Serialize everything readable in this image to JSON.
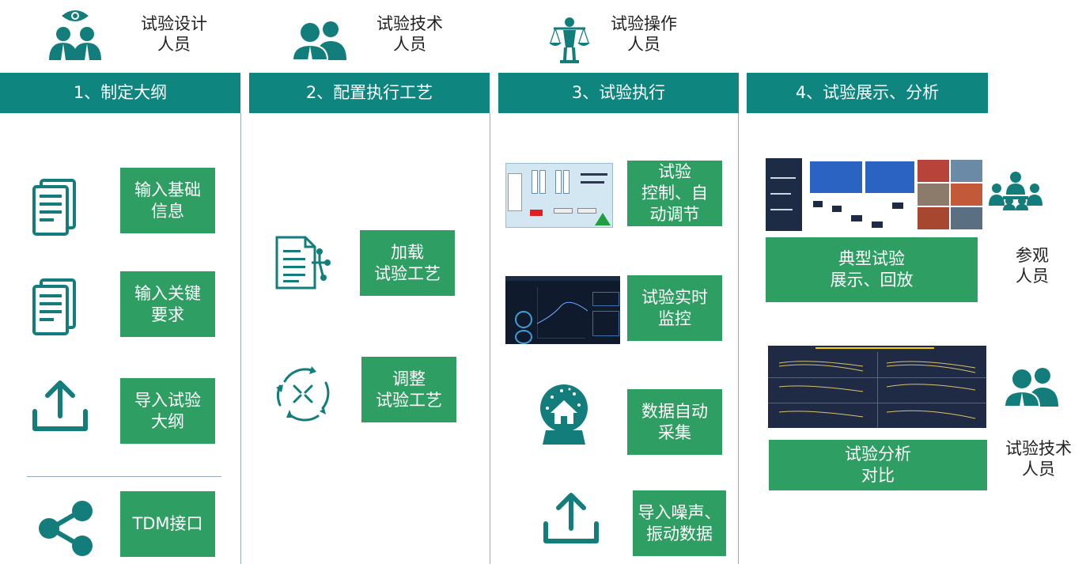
{
  "roles": {
    "designer": [
      "试验设计",
      "人员"
    ],
    "tech": [
      "试验技术",
      "人员"
    ],
    "operator": [
      "试验操作",
      "人员"
    ],
    "visitor": [
      "参观",
      "人员"
    ],
    "tech_right": [
      "试验技术",
      "人员"
    ]
  },
  "phases": [
    "1、制定大纲",
    "2、配置执行工艺",
    "3、试验执行",
    "4、试验展示、分析"
  ],
  "col1": {
    "b1": [
      "输入基础",
      "信息"
    ],
    "b2": [
      "输入关键",
      "要求"
    ],
    "b3": [
      "导入试验",
      "大纲"
    ],
    "b4": [
      "TDM接口"
    ]
  },
  "col2": {
    "b1": [
      "加载",
      "试验工艺"
    ],
    "b2": [
      "调整",
      "试验工艺"
    ]
  },
  "col3": {
    "b1": [
      "试验",
      "控制、自",
      "动调节"
    ],
    "b2": [
      "试验实时",
      "监控"
    ],
    "b3": [
      "数据自动",
      "采集"
    ],
    "b4": [
      "导入噪声、",
      "振动数据"
    ]
  },
  "col4": {
    "b1": [
      "典型试验",
      "展示、回放"
    ],
    "b2": [
      "试验分析",
      "对比"
    ]
  },
  "colors": {
    "teal": "#0f8580",
    "green": "#2e9e63",
    "divider": "#9aa8cc",
    "icon_teal": "#127d7a"
  },
  "icons": {
    "designer": "eye-people-icon",
    "tech": "two-people-icon",
    "operator": "scales-person-icon",
    "c1_1": "document-icon",
    "c1_2": "document-icon",
    "c1_3": "upload-icon",
    "c1_4": "share-icon",
    "c2_1": "document-network-icon",
    "c2_2": "cycle-arrows-icon",
    "c3_3": "snow-globe-icon",
    "c3_4": "upload-icon",
    "visitor": "group-meeting-icon",
    "tech_right": "two-people-icon"
  }
}
